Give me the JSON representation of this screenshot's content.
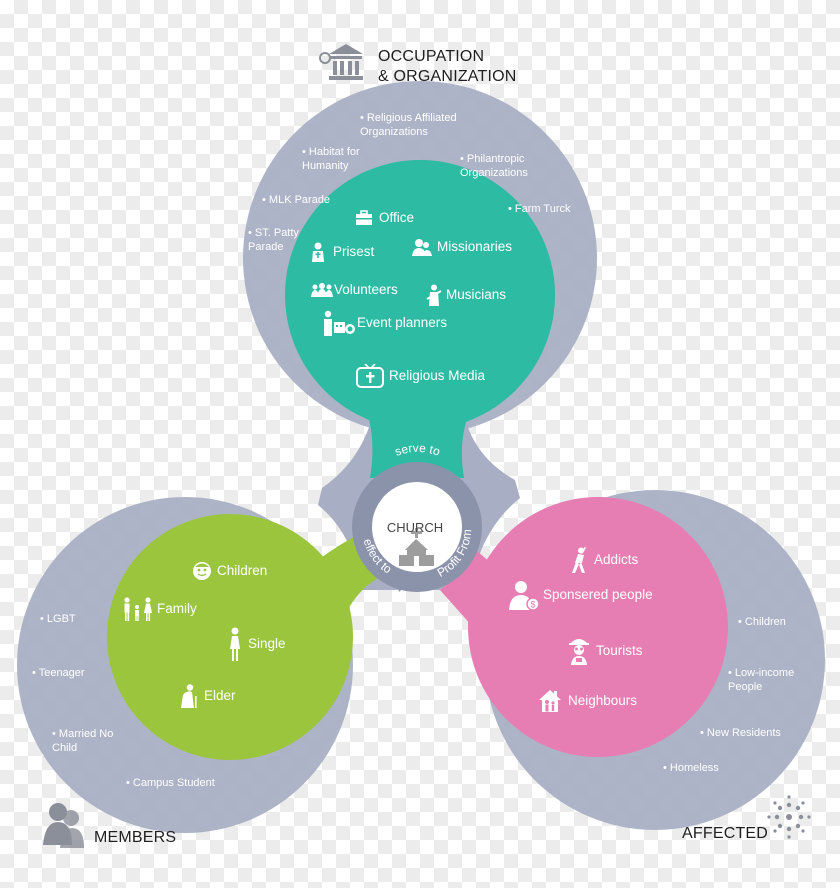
{
  "categories": {
    "occupation": "OCCUPATION\n& ORGANIZATION",
    "members": "MEMBERS",
    "affected": "AFFECTED"
  },
  "center": {
    "label": "CHURCH",
    "serve": "serve to",
    "effect": "effect to",
    "profit": "Profit From"
  },
  "occupation_outer": [
    "• Religious Affiliated\nOrganizations",
    "• Habitat for\nHumanity",
    "• Philantropic\nOrganizations",
    "• MLK Parade",
    "• Farm Turck",
    "• ST. Patty\nParade"
  ],
  "occupation_inner": [
    "Office",
    "Prisest",
    "Missionaries",
    "Volunteers",
    "Musicians",
    "Event planners",
    "Religious Media"
  ],
  "members_outer": [
    "• LGBT",
    "• Teenager",
    "• Married No\nChild",
    "• Campus Student"
  ],
  "members_inner": [
    "Children",
    "Family",
    "Single",
    "Elder"
  ],
  "affected_outer": [
    "• Children",
    "• Low-income\nPeople",
    "• New Residents",
    "• Homeless"
  ],
  "affected_inner": [
    "Addicts",
    "Sponsered people",
    "Tourists",
    "Neighbours"
  ],
  "colors": {
    "outer": "#a8aec3",
    "teal": "#2dbba3",
    "green": "#9ac53d",
    "pink": "#e67eb3",
    "arrow": "#8b93ab",
    "center_text": "#555555"
  }
}
